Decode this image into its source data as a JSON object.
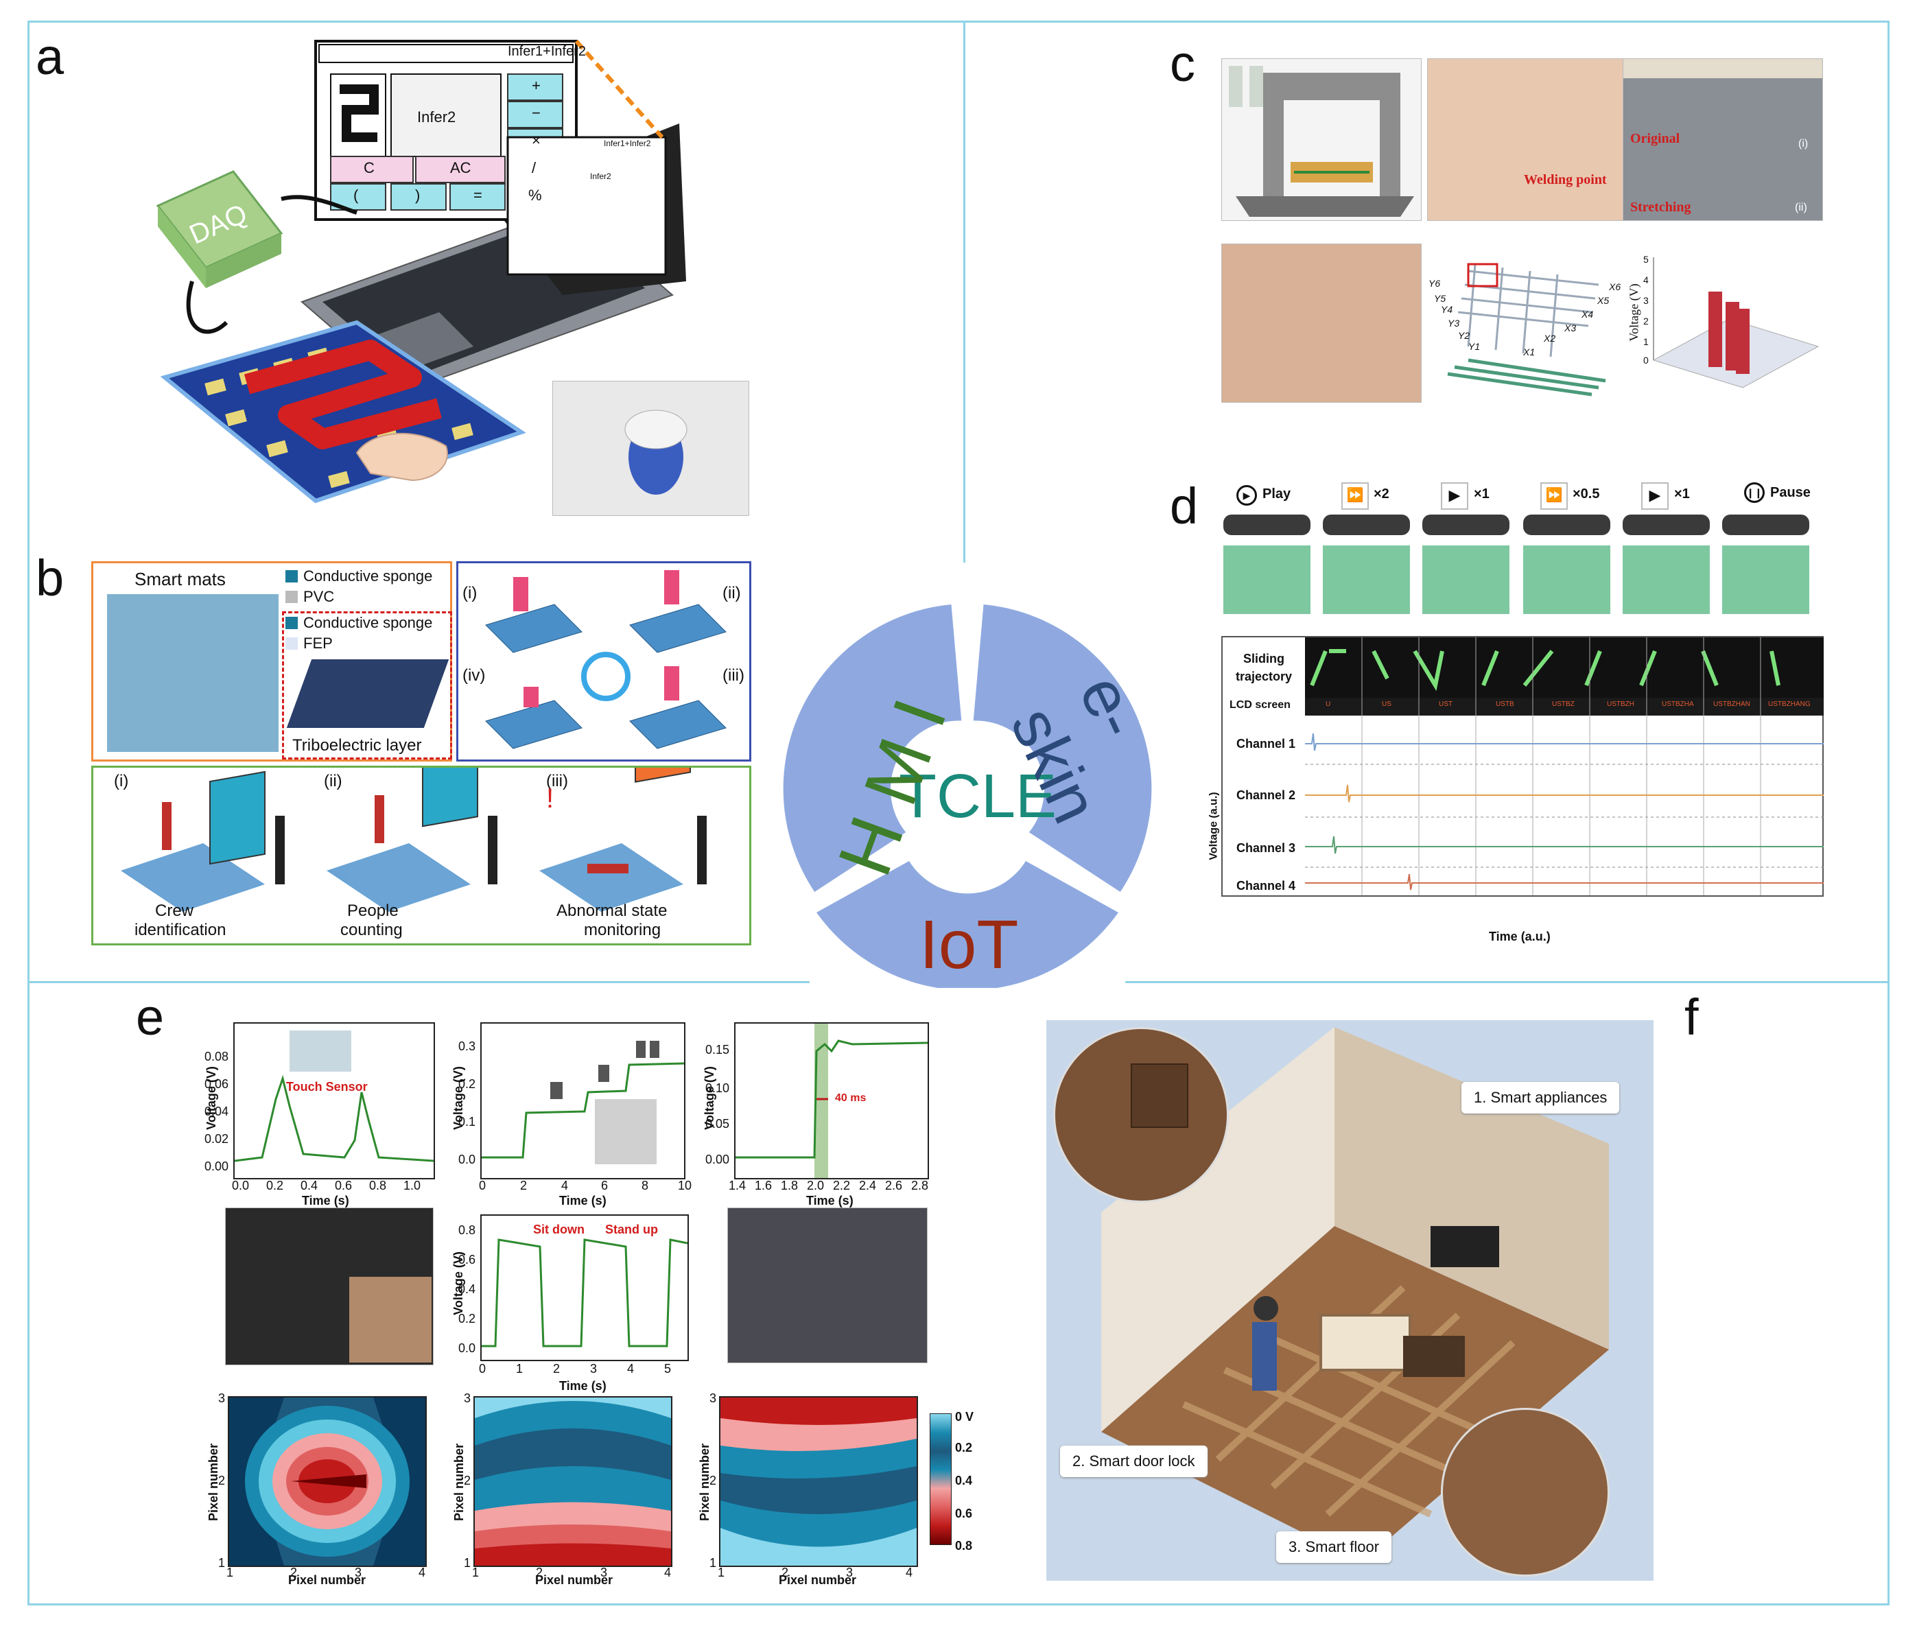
{
  "panels": {
    "a": {
      "letter": "a",
      "daq": "DAQ",
      "screen_title": "Infer1+Infer2",
      "screen_title_small": "Infer1+Infer2",
      "screen_value": "Infer2",
      "screen_value_small": "Infer2",
      "calc_keys": [
        "+",
        "−",
        "×",
        "/",
        "%"
      ],
      "calc_bottom": [
        "C",
        "AC",
        "(",
        ")",
        "="
      ]
    },
    "b": {
      "letter": "b",
      "smart_mats": "Smart mats",
      "legend": [
        "Conductive sponge",
        "PVC",
        "Conductive sponge",
        "FEP"
      ],
      "triboelectric": "Triboelectric layer",
      "modes": [
        "(i)",
        "(ii)",
        "(iii)",
        "(iv)"
      ],
      "apps": [
        {
          "num": "(i)",
          "label1": "Crew",
          "label2": "identification"
        },
        {
          "num": "(ii)",
          "label1": "People",
          "label2": "counting"
        },
        {
          "num": "(iii)",
          "label1": "Abnormal state",
          "label2": "monitoring"
        }
      ]
    },
    "center": {
      "title": "TCLE",
      "seg_hmi": "HMI",
      "seg_eskin": "e-skin",
      "seg_iot": "IoT"
    },
    "c": {
      "letter": "c",
      "welding": "Welding point",
      "original": "Original",
      "stretching": "Stretching",
      "i": "(i)",
      "ii": "(ii)",
      "voltage_axis": "Voltage (V)",
      "grid_x": [
        "X1",
        "X2",
        "X3",
        "X4",
        "X5",
        "X6"
      ],
      "grid_y": [
        "Y1",
        "Y2",
        "Y3",
        "Y4",
        "Y5",
        "Y6"
      ],
      "z_ticks": [
        "0",
        "1",
        "2",
        "3",
        "4",
        "5"
      ]
    },
    "d": {
      "letter": "d",
      "controls": [
        "Play",
        "×2",
        "×1",
        "×0.5",
        "×1",
        "Pause"
      ],
      "row_sliding": "Sliding trajectory",
      "row_lcd": "LCD screen",
      "lcd_texts": [
        "U",
        "US",
        "UST",
        "USTB",
        "USTBZ",
        "USTBZH",
        "USTBZHA",
        "USTBZHAN",
        "USTBZHANG"
      ],
      "channels": [
        "Channel 1",
        "Channel 2",
        "Channel 3",
        "Channel 4"
      ],
      "y_axis": "Voltage (a.u.)",
      "x_axis": "Time (a.u.)"
    },
    "e": {
      "letter": "e",
      "touch_sensor": "Touch Sensor",
      "sit_down": "Sit down",
      "stand_up": "Stand up",
      "ms": "40 ms",
      "voltage_label": "Voltage (V)",
      "time_label": "Time (s)",
      "pixel_label": "Pixel number",
      "plot1_yticks": [
        "0.00",
        "0.02",
        "0.04",
        "0.06",
        "0.08"
      ],
      "plot1_xticks": [
        "0.0",
        "0.2",
        "0.4",
        "0.6",
        "0.8",
        "1.0"
      ],
      "plot2_yticks": [
        "0.0",
        "0.1",
        "0.2",
        "0.3"
      ],
      "plot2_xticks": [
        "0",
        "2",
        "4",
        "6",
        "8",
        "10"
      ],
      "plot3_yticks": [
        "0.00",
        "0.05",
        "0.10",
        "0.15"
      ],
      "plot3_xticks": [
        "1.4",
        "1.6",
        "1.8",
        "2.0",
        "2.2",
        "2.4",
        "2.6",
        "2.8"
      ],
      "plot4_yticks": [
        "0.0",
        "0.2",
        "0.4",
        "0.6",
        "0.8"
      ],
      "plot4_xticks": [
        "0",
        "1",
        "2",
        "3",
        "4",
        "5"
      ],
      "heat_ticks": [
        "1",
        "2",
        "3"
      ],
      "heat_xticks": [
        "1",
        "2",
        "3",
        "4"
      ],
      "cbar_ticks": [
        "0 V",
        "0.2",
        "0.4",
        "0.6",
        "0.8"
      ]
    },
    "f": {
      "letter": "f",
      "callout1": "1. Smart appliances",
      "callout2": "2. Smart door lock",
      "callout3": "3. Smart floor"
    }
  },
  "colors": {
    "frame": "#8fd3e6",
    "ring": "#8fa9e0",
    "tcle": "#1a8a7a",
    "hmi": "#3e7d2a",
    "eskin": "#2b4a7a",
    "iot": "#9b2a12",
    "green_line": "#2d8a2d"
  }
}
